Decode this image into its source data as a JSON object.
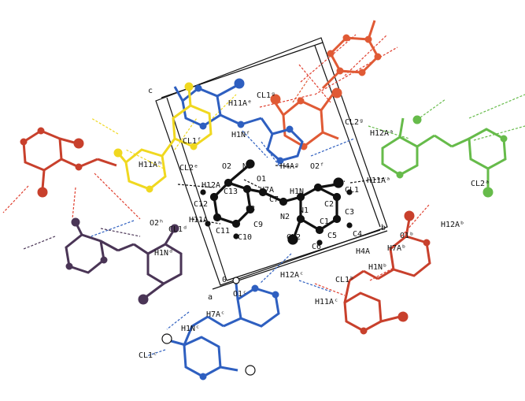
{
  "colors": {
    "red": "#c8402c",
    "orange": "#e05a35",
    "blue": "#2e5fc0",
    "yellow": "#f0d820",
    "green": "#66bb4a",
    "purple": "#4a3556",
    "black": "#111111",
    "hbond_red": "#e04030",
    "hbond_blue": "#2e5fc0",
    "hbond_black": "#111111"
  },
  "axes": {
    "a": "a",
    "b": "b",
    "c": "c",
    "origin": "0"
  },
  "labels": {
    "CL1g": "CL1ᵍ",
    "H11Ae": "H11Aᵉ",
    "CL2g": "CL2ᵍ",
    "H12Aa_top": "H12Aᵃ",
    "CL1f": "CL1ᶠ",
    "H1Nf": "H1Nᶠ",
    "CL2e": "CL2ᵉ",
    "H11A_h": "H11Aʰ",
    "O2": "O2",
    "N3": "N3",
    "H4Ag": "H4Aᵍ",
    "O2f": "O2ᶠ",
    "O1": "O1",
    "H7A": "H7A",
    "H1N": "H1N",
    "CL1": "CL1",
    "H11Aa": "H11Aᵃ",
    "H12A": "H12A",
    "C13": "C13",
    "C12": "C12",
    "C8": "C8",
    "C7": "C7",
    "N2": "N2",
    "N1": "N1",
    "C2": "C2",
    "C3": "C3",
    "C1": "C1",
    "C9": "C9",
    "C11": "C11",
    "C10": "C10",
    "H11A": "H11A",
    "CL2": "CL2",
    "C5": "C5",
    "C4": "C4",
    "C6": "C6",
    "H4A": "H4A",
    "CL2a": "CL2ᵃ",
    "H12Ab": "H12Aᵇ",
    "O1b": "O1ᵇ",
    "H7Ab": "H7Aᵇ",
    "H1Nb": "H1Nᵇ",
    "CL1b": "CL1ᵇ",
    "H11Ac": "H11Aᶜ",
    "H12Ac": "H12Aᶜ",
    "O1c": "O1ᶜ",
    "H7Ac": "H7Aᶜ",
    "H1Nc": "H1Nᶜ",
    "CL1c": "CL1ᶜ",
    "O2h": "O2ʰ",
    "CL1d": "CL1ᵈ",
    "H1Nd": "H1Nᵈ"
  }
}
